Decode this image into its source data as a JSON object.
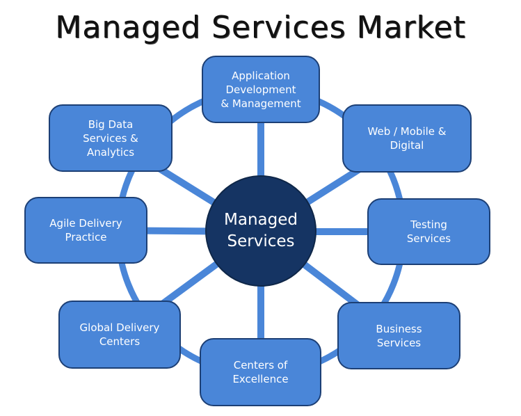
{
  "title": "Managed Services Market",
  "hub": {
    "label": "Managed\nServices"
  },
  "nodes": [
    {
      "id": "app-dev",
      "label": "Application\nDevelopment\n& Management"
    },
    {
      "id": "web-mobile",
      "label": "Web / Mobile &\nDigital"
    },
    {
      "id": "testing",
      "label": "Testing\nServices"
    },
    {
      "id": "business",
      "label": "Business\nServices"
    },
    {
      "id": "coe",
      "label": "Centers of\nExcellence"
    },
    {
      "id": "global-delivery",
      "label": "Global Delivery\nCenters"
    },
    {
      "id": "agile",
      "label": "Agile Delivery\nPractice"
    },
    {
      "id": "big-data",
      "label": "Big Data\nServices &\nAnalytics"
    }
  ],
  "colors": {
    "node_fill": "#4a86d8",
    "node_border": "#1c3f75",
    "hub_fill": "#153463",
    "connector": "#4a86d8"
  }
}
